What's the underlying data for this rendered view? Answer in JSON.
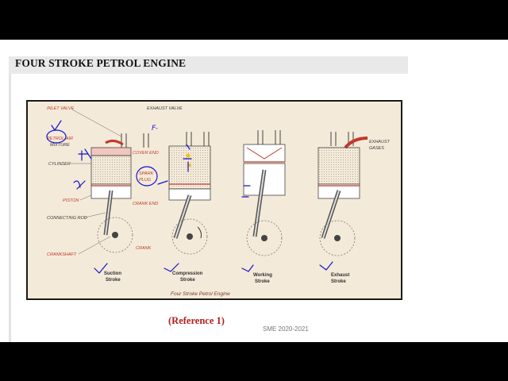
{
  "slide": {
    "title": "FOUR STROKE PETROL ENGINE",
    "reference": "(Reference 1)",
    "footer": "SME 2020-2021"
  },
  "diagram": {
    "labels": {
      "inlet_valve": "INLET VALVE",
      "exhaust_valve": "EXHAUST VALVE",
      "petrol_air": "PETROL-AIR",
      "mixture": "MIXTURE",
      "cylinder": "CYLINDER",
      "cover_end": "COVER END",
      "spark": "SPARK",
      "plug": "PLUG",
      "piston": "PISTON",
      "crank_end": "CRANK END",
      "connecting_rod": "CONNECTING ROD",
      "crankshaft": "CRANKSHAFT",
      "crank": "CRANK",
      "exhaust": "EXHAUST",
      "gases": "GASES"
    },
    "strokes": [
      {
        "line1": "Suction",
        "line2": "Stroke"
      },
      {
        "line1": "Compression",
        "line2": "Stroke"
      },
      {
        "line1": "Working",
        "line2": "Stroke"
      },
      {
        "line1": "Exhaust",
        "line2": "Stroke"
      }
    ],
    "caption": "Four Stroke Petrol Engine",
    "annotations": {
      "f_label": "F-"
    },
    "colors": {
      "frame": "#1a1a1a",
      "background": "#f4ead9",
      "red_labels": "#c0392b",
      "ink": "#1414c8"
    }
  }
}
